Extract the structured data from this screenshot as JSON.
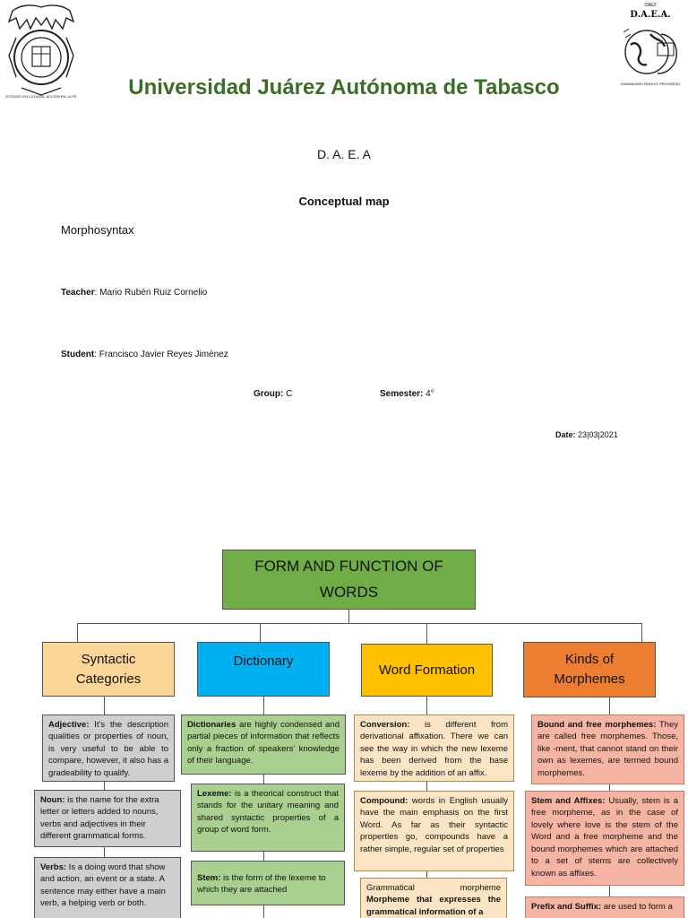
{
  "header": {
    "university": "Universidad Juárez Autónoma de Tabasco",
    "daea_logo_text": "D.A.E.A.",
    "daea_logo_top": "DAEZ",
    "daea_logo_bottom": "HUMANISMO PARA EL PROGRESO",
    "ujat_seal_ring": "ESTUDIO EN LA DUDA, ACCIÓN EN LA FE",
    "department": "D. A. E. A",
    "doc_type": "Conceptual map",
    "subject": "Morphosyntax",
    "teacher_label": "Teacher",
    "teacher_value": ": Mario Rubén Ruiz Cornelio",
    "student_label": "Student",
    "student_value": ": Francisco Javier Reyes Jiménez",
    "group_label": "Group:",
    "group_value": " C",
    "semester_label": "Semester:",
    "semester_value": " 4°",
    "date_label": "Date:",
    "date_value": " 23|03|2021"
  },
  "map": {
    "root": "FORM AND FUNCTION OF WORDS",
    "branches": [
      {
        "title": "Syntactic Categories",
        "color": "#fbd596"
      },
      {
        "title": "Dictionary",
        "color": "#00b0f0"
      },
      {
        "title": "Word Formation",
        "color": "#ffc000"
      },
      {
        "title": "Kinds of Morphemes",
        "color": "#ed7d31"
      }
    ],
    "syntactic": [
      {
        "term": "Adjective:",
        "text": " It's the description qualities or properties of noun, is very useful to be able to compare, however, it also has a gradeability to qualify."
      },
      {
        "term": "Noun:",
        "text": " is the name for the extra letter or letters added to nouns, verbs and adjectives in their different grammatical forms."
      },
      {
        "term": "Verbs:",
        "text": " Is a doing word that show and action, an event or a state. A sentence may either have a main verb, a helping verb or both."
      }
    ],
    "dictionary": [
      {
        "term": "Dictionaries",
        "text": " are highly condensed and partial pieces of information that reflects only a fraction of speakers' knowledge of their language."
      },
      {
        "term": "Lexeme:",
        "text": " is a theorical construct that stands for the unitary meaning and shared syntactic properties of a group of word form."
      },
      {
        "term": "Stem:",
        "text": " is the form of the lexeme to which they are attached"
      }
    ],
    "formation": [
      {
        "term": "Conversion:",
        "text": " is different from derivational affixation. There we can see the way in which the new lexeme has been derived from the base lexeme by the addition of an affix."
      },
      {
        "term": "Compound:",
        "text": " words in English usually have the main emphasis on the first Word. As far as their syntactic properties go, compounds have a rather simple, regular set of properties"
      },
      {
        "term": "Grammatical morpheme",
        "text": "Morpheme that expresses the grammatical information of a"
      }
    ],
    "morphemes": [
      {
        "term": "Bound and free morphemes:",
        "text": " They are called free morphemes. Those, like -ment, that cannot stand on their own as lexemes, are termed bound morphemes."
      },
      {
        "term": "Stem and Affixes:",
        "text": " Usually, stem is a free morpheme, as in the case of lovely where love is the stem of the Word and a free morpheme and the bound morphemes which are attached to a set of stems are collectively known as affixes."
      },
      {
        "term": "Prefix and Suffix:",
        "text": " are used to form a"
      }
    ]
  }
}
